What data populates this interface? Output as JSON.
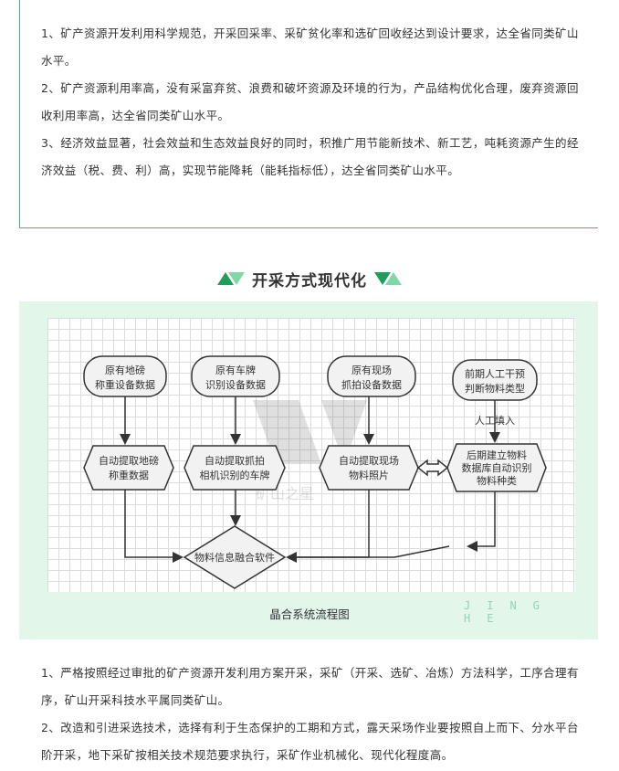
{
  "top_section": {
    "p1": "1、矿产资源开发利用科学规范，开采回采率、采矿贫化率和选矿回收经达到设计要求，达全省同类矿山水平。",
    "p2": "2、矿产资源利用率高，没有采富弃贫、浪费和破坏资源及环境的行为，产品结构优化合理，废弃资源回收利用率高，达全省同类矿山水平。",
    "p3": "3、经济效益显著，社会效益和生态效益良好的同时，积推广用节能新技术、新工艺，吨耗资源产生的经济效益（税、费、利）高，实现节能降耗（能耗指标低），达全省同类矿山水平。"
  },
  "section_title": "开采方式现代化",
  "diagram": {
    "row1": [
      "原有地磅称重设备数据",
      "原有车牌识别设备数据",
      "原有现场抓拍设备数据",
      "前期人工干预判断物料类型"
    ],
    "row2": [
      "自动提取地磅称重数据",
      "自动提取抓拍相机识别的车牌",
      "自动提取现场物料照片",
      "后期建立物料数据库自动识别物料种类"
    ],
    "manual_label": "人工填入",
    "merge_node": "物料信息融合软件",
    "watermark": "矿山之星"
  },
  "caption": "晶合系统流程图",
  "watermark_text": "JING HE",
  "colors": {
    "accent": "#3cb878",
    "light_bg": "#e2f6ea"
  },
  "bottom_section": {
    "p1": "1、严格按照经过审批的矿产资源开发利用方案开采，采矿（开采、选矿、冶炼）方法科学，工序合理有序，矿山开采科技水平属同类矿山。",
    "p2": "2、改造和引进采选技术，选择有利于生态保护的工期和方式，露天采场作业要按照自上而下、分水平台阶开采，地下采矿按相关技术规范要求执行，采矿作业机械化、现代化程度高。"
  }
}
